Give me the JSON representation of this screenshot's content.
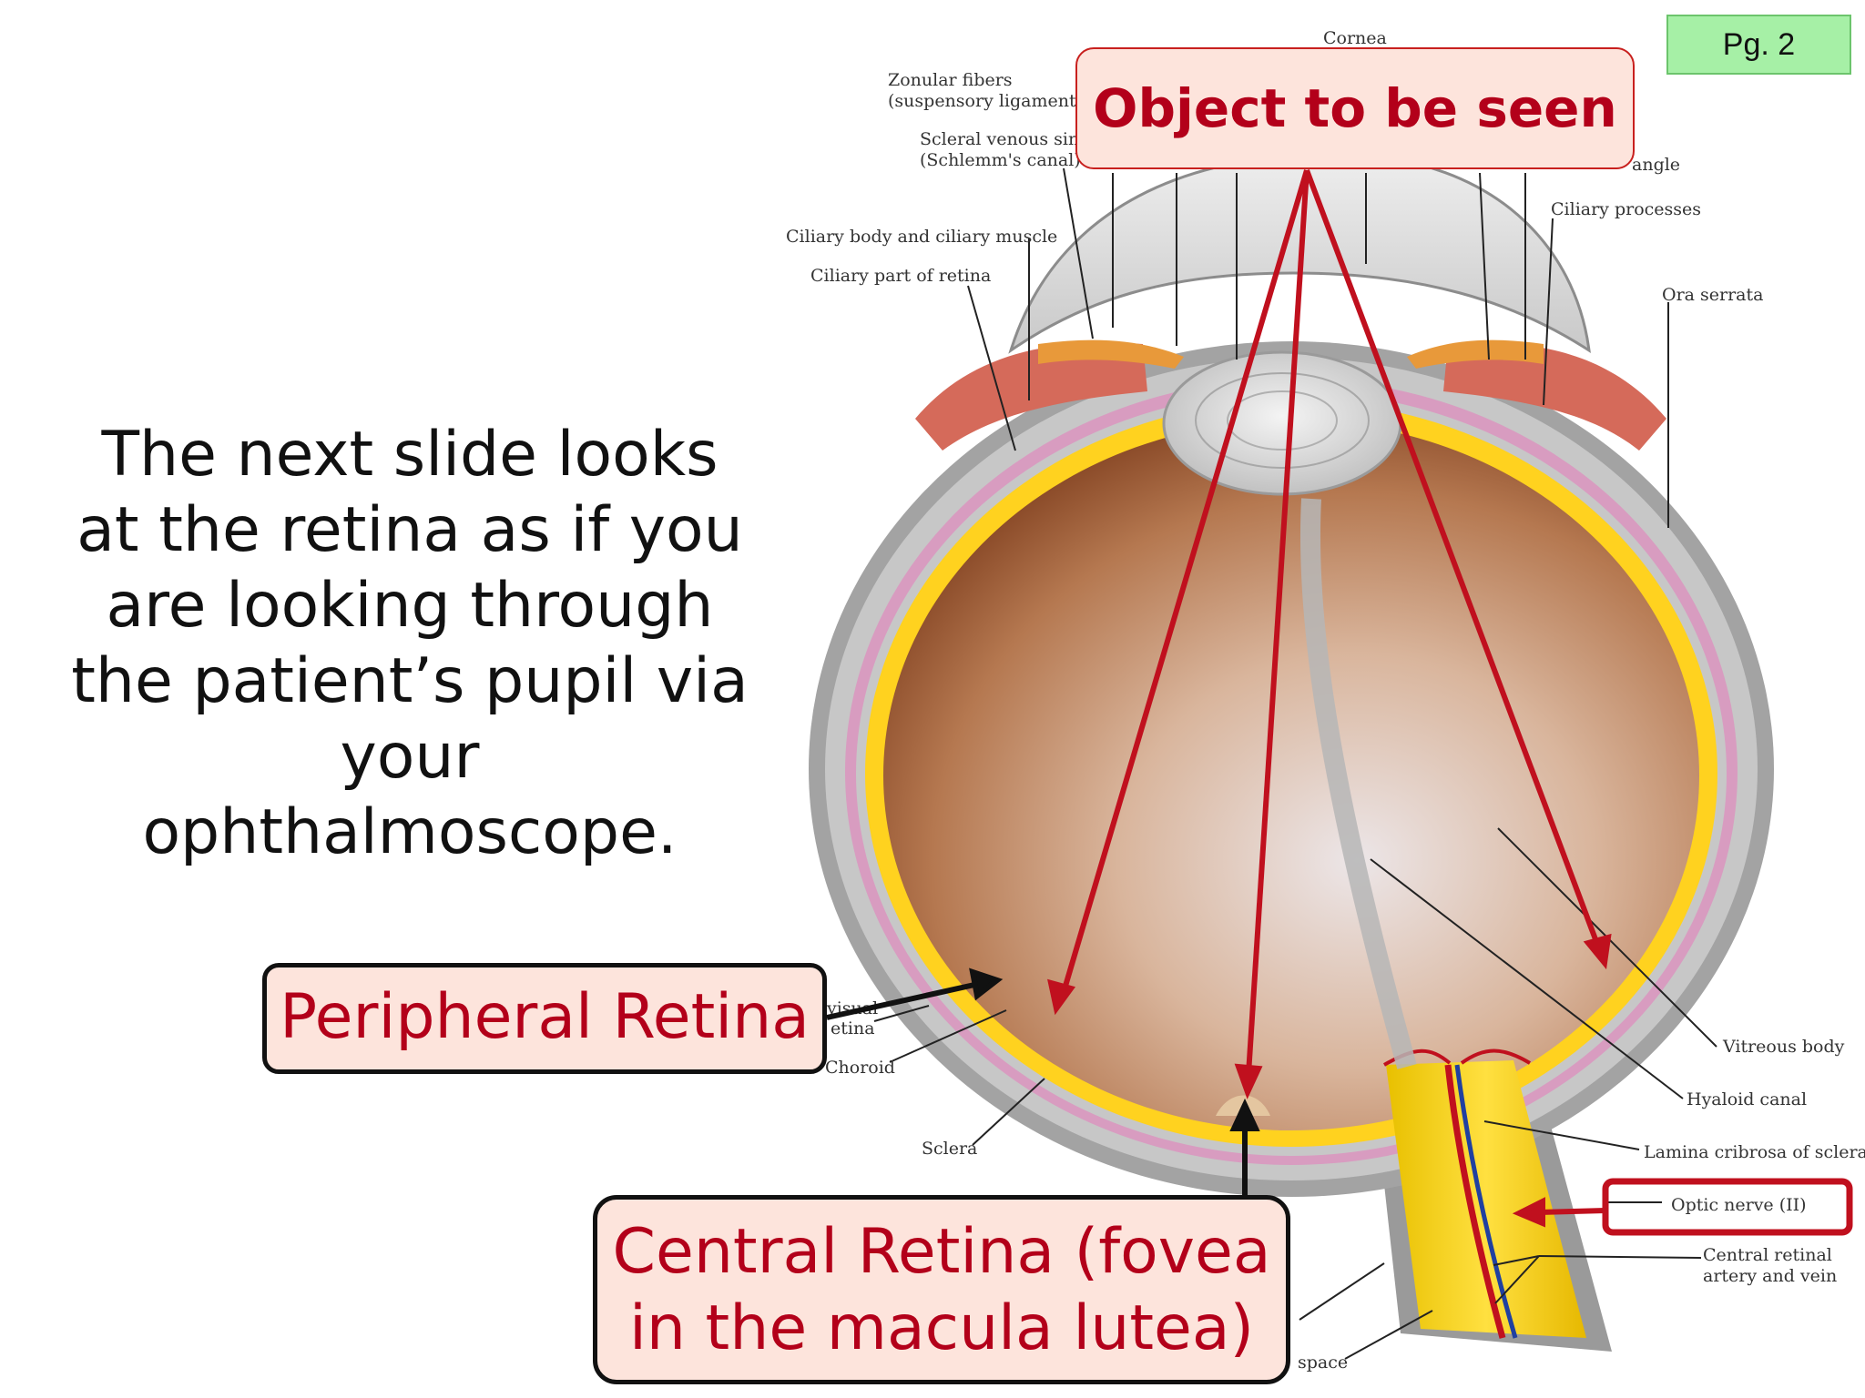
{
  "page_label": "Pg. 2",
  "intro_lines": [
    "The next slide looks",
    "at the retina as if you",
    "are looking through",
    "the patient’s pupil via",
    "your",
    "ophthalmoscope."
  ],
  "callouts": {
    "object": "Object to be seen",
    "peripheral": "Peripheral Retina",
    "central_lines": [
      "Central Retina (fovea",
      "in the macula lutea)"
    ]
  },
  "anatomy_labels": {
    "cornea": "Cornea",
    "zonular_1": "Zonular fibers",
    "zonular_2": "(suspensory ligament o",
    "scleral_1": "Scleral venous sinu",
    "scleral_2": "(Schlemm's canal)",
    "angle": "angle",
    "ciliary_processes": "Ciliary processes",
    "ciliary_body": "Ciliary body and ciliary muscle",
    "ciliary_retina": "Ciliary part of retina",
    "ora_serrata": "Ora serrata",
    "visual_1": "visual",
    "visual_2": "etina",
    "choroid": "Choroid",
    "sclera": "Sclera",
    "vitreous_body": "Vitreous body",
    "hyaloid_canal": "Hyaloid canal",
    "lamina": "Lamina cribrosa of sclera",
    "optic_nerve": "Optic nerve (II)",
    "central_artery_1": "Central retinal",
    "central_artery_2": "artery and vein",
    "space": "space"
  },
  "colors": {
    "arrow_red": "#c0101e",
    "callout_fill": "#fde4dc",
    "badge_green": "#a6f0a6",
    "retina_yellow": "#ffd21f"
  }
}
